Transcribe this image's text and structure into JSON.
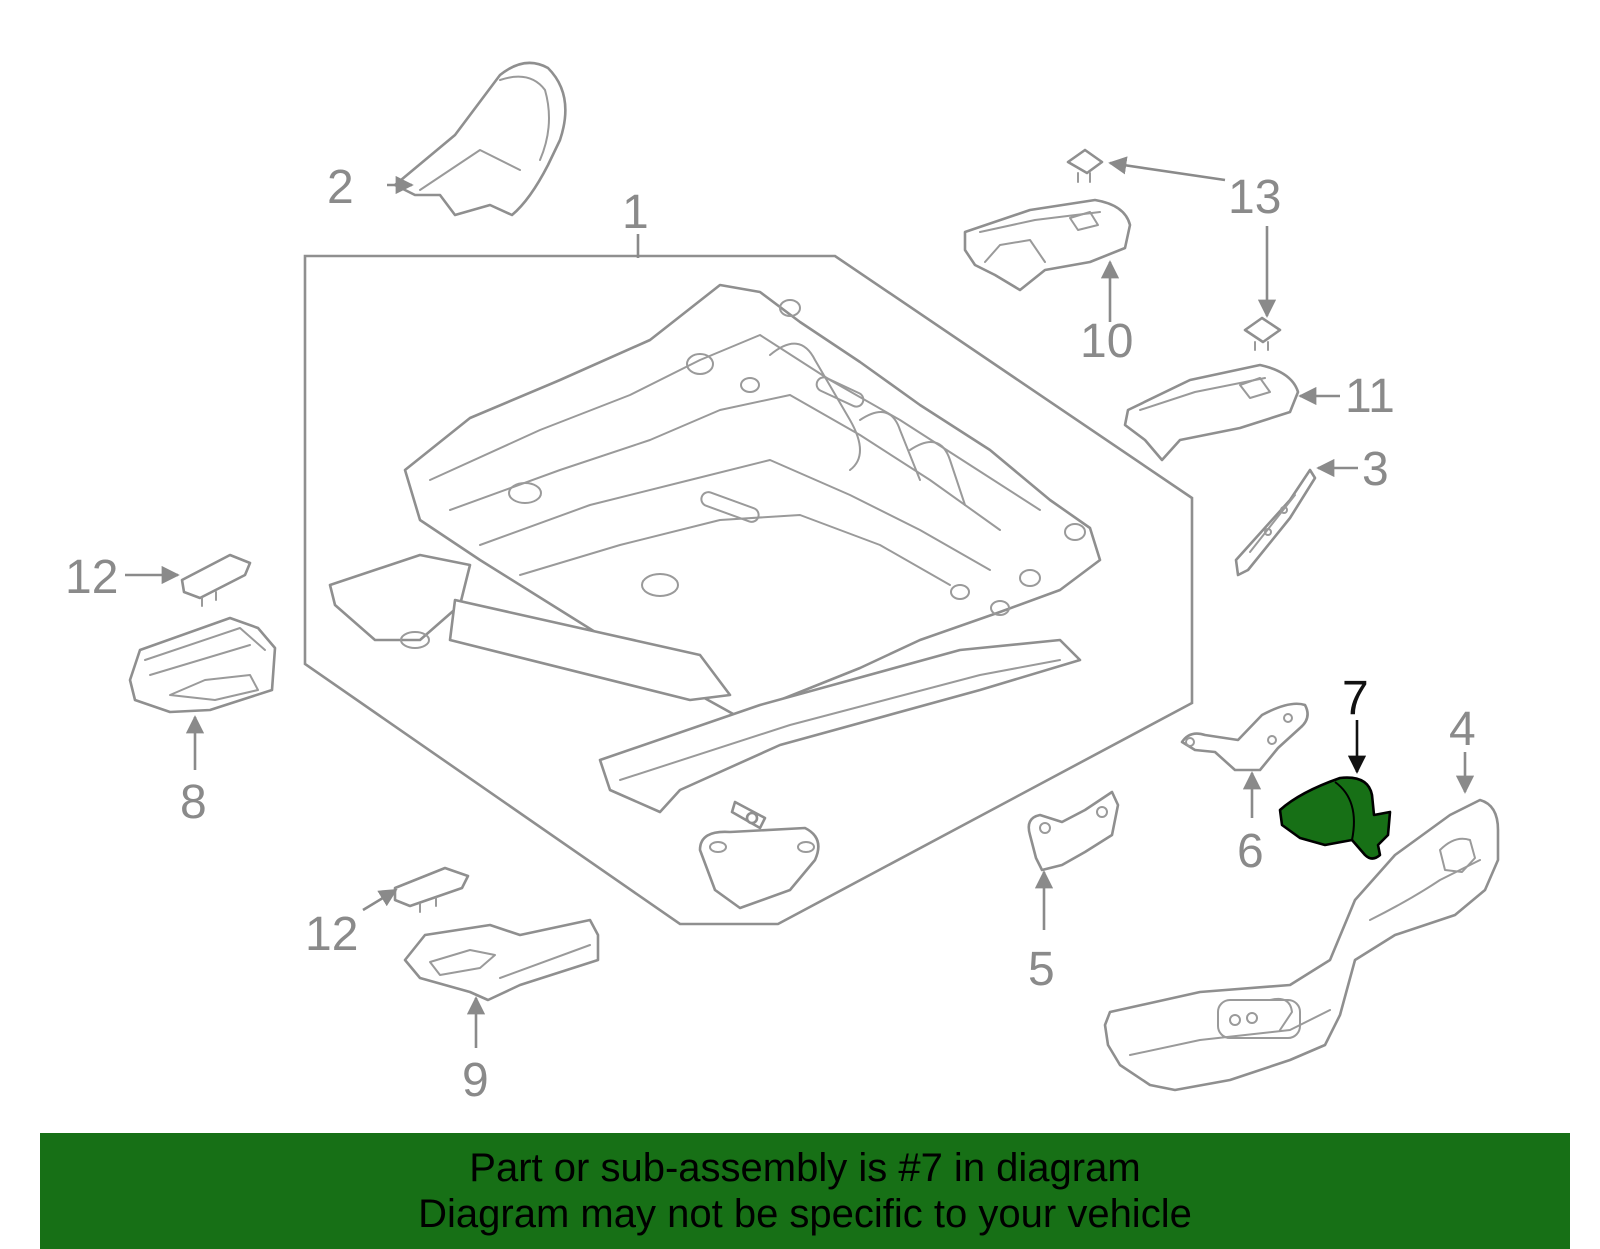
{
  "diagram": {
    "highlight_color": "#177016",
    "highlighted_part": "7",
    "callouts": [
      "1",
      "2",
      "3",
      "4",
      "5",
      "6",
      "7",
      "8",
      "9",
      "10",
      "11",
      "12",
      "12",
      "13"
    ]
  },
  "banner": {
    "line1": "Part or sub-assembly is #7 in diagram",
    "line2": "Diagram may not be specific to your vehicle"
  }
}
